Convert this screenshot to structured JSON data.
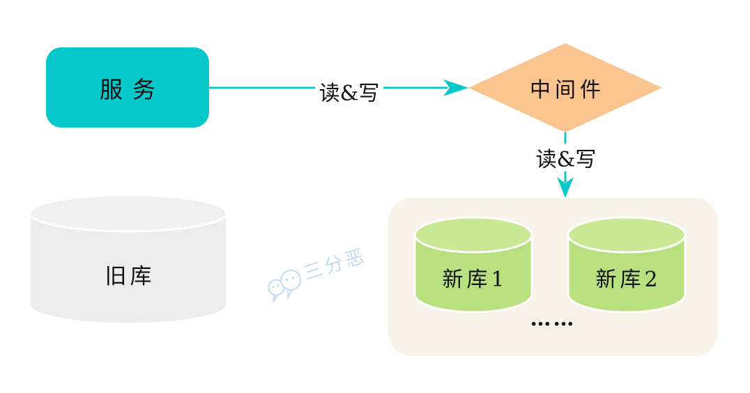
{
  "diagram": {
    "service": {
      "label": "服务"
    },
    "middleware": {
      "label": "中间件"
    },
    "arrow_service_to_middleware": {
      "label": "读&写",
      "direction": "right"
    },
    "arrow_middleware_to_new_dbs": {
      "label": "读&写",
      "direction": "down"
    },
    "old_db": {
      "label": "旧库"
    },
    "new_db_group": {
      "databases": [
        {
          "label": "新库1"
        },
        {
          "label": "新库2"
        }
      ],
      "ellipsis": "……"
    },
    "watermark": {
      "text": "三分恶",
      "icon": "wechat-bubbles-icon"
    }
  },
  "colors": {
    "teal": "#06C8CA",
    "orange": "#FAC48E",
    "beige": "#F7F3E8",
    "green-body": "#B8E07E",
    "green-top": "#C9E893",
    "gray-body": "#ECECEC",
    "gray-top": "#F0F0F0",
    "watermark-blue": "#C3D9F4",
    "text": "#111111"
  }
}
